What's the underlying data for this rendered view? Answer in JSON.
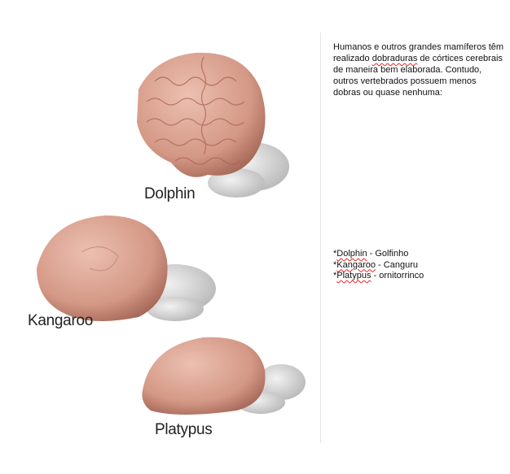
{
  "figure": {
    "labels": {
      "dolphin": "Dolphin",
      "kangaroo": "Kangaroo",
      "platypus": "Platypus"
    }
  },
  "text": {
    "paragraph_pre": "Humanos e outros grandes mamíferos têm realizado ",
    "paragraph_flagged": "dobraduras",
    "paragraph_post": " de córtices cerebrais de maneira bem elaborada. Contudo, outros vertebrados possuem menos dobras ou quase nenhuma:",
    "glossary": [
      {
        "prefix": "*",
        "term": "Dolphin",
        "translation": " - Golfinho"
      },
      {
        "prefix": "*",
        "term": "Kangaroo",
        "translation": " - Canguru"
      },
      {
        "prefix": "*",
        "term": "Platypus",
        "translation": " - ornitorrinco"
      }
    ]
  },
  "colors": {
    "brain": "#d9a08f",
    "cerebellum": "#cfcfcf",
    "spellcheck": "#ee2222"
  }
}
